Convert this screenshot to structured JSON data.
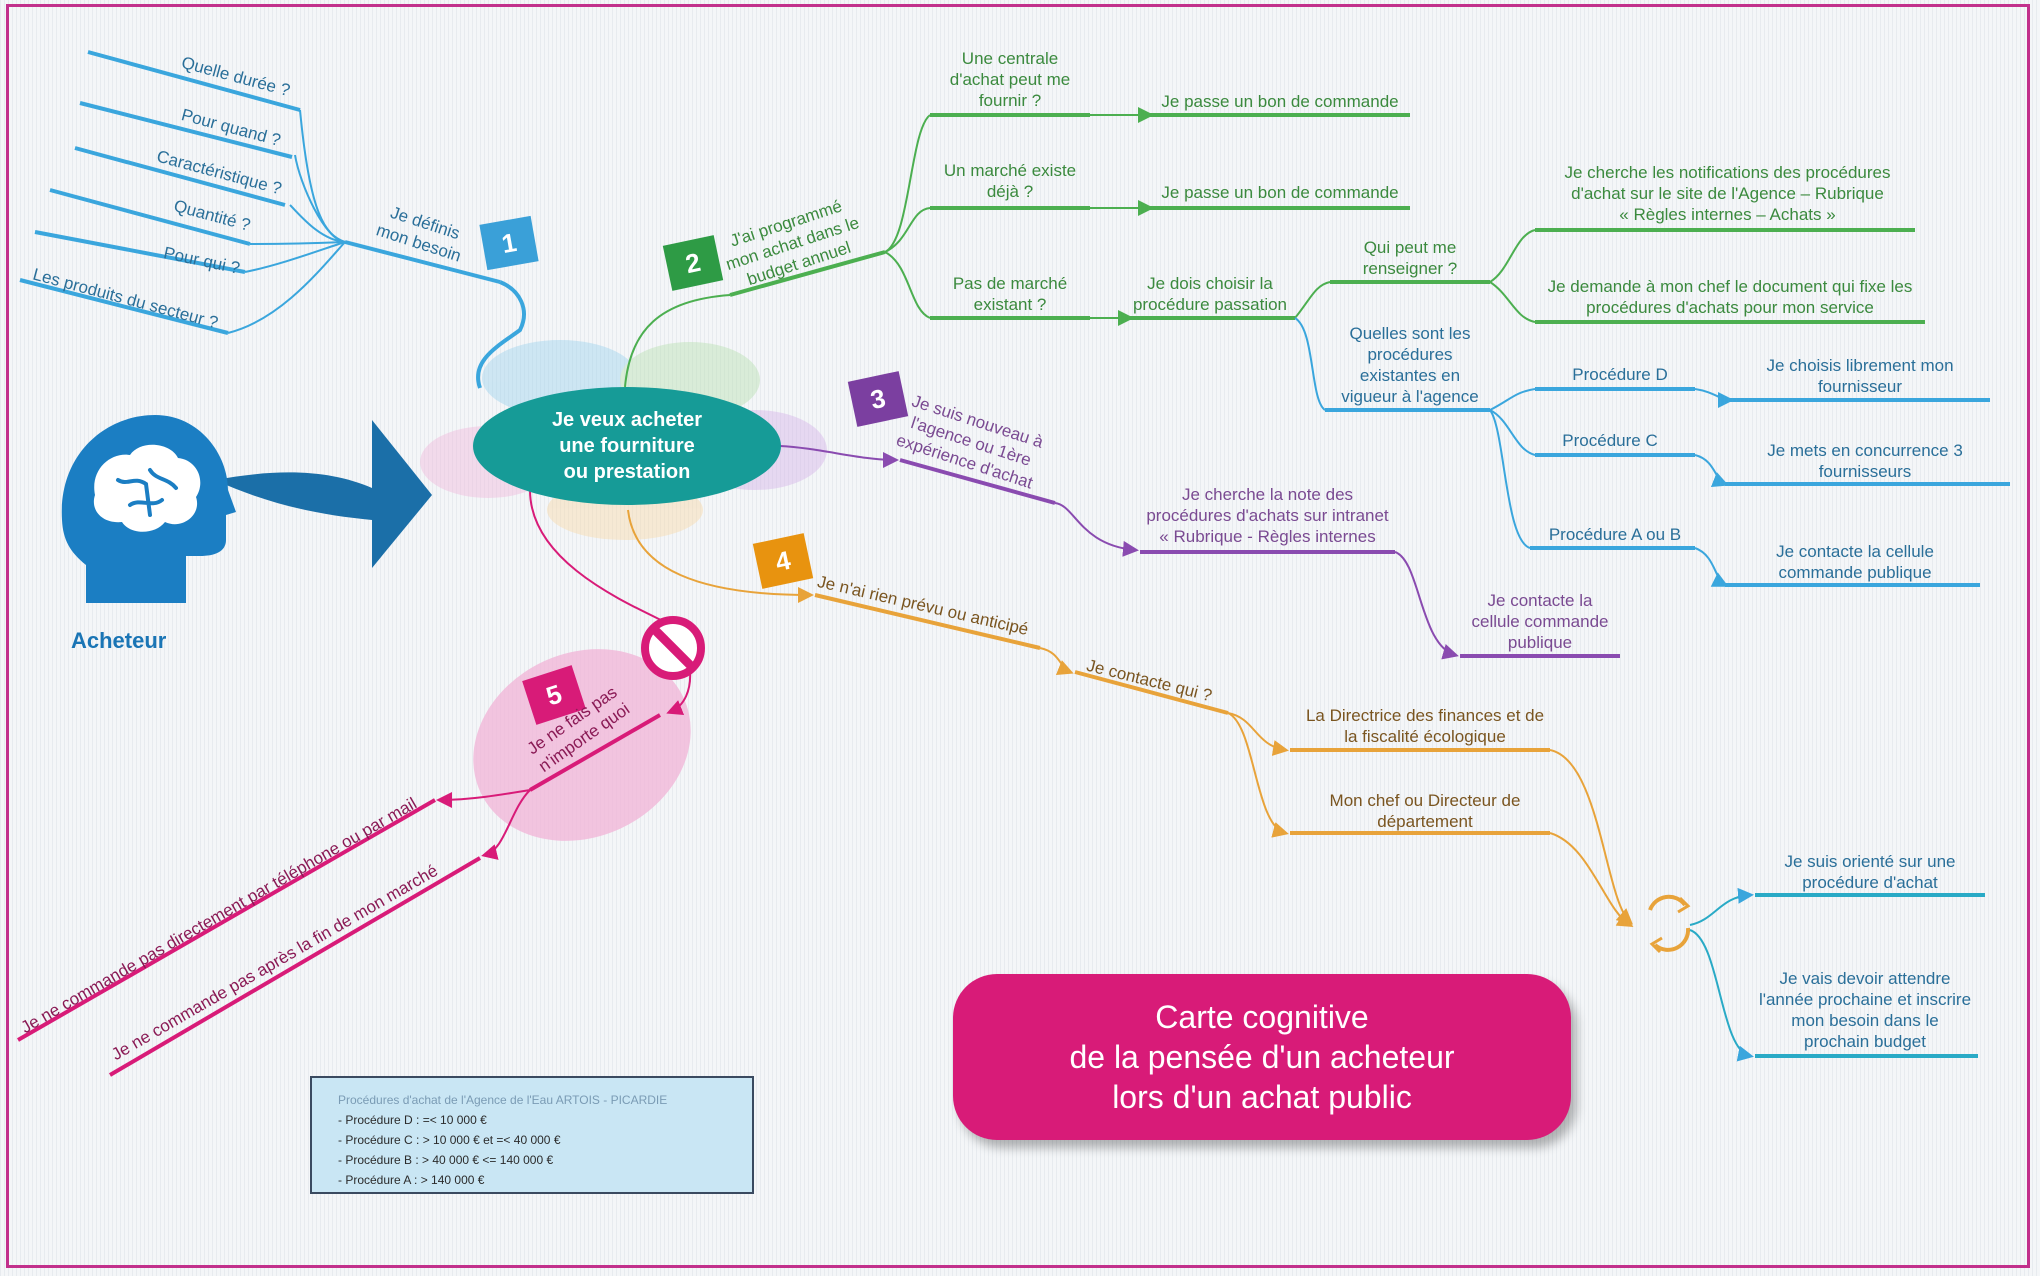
{
  "central": {
    "line1": "Je veux acheter",
    "line2": "une fourniture",
    "line3": "ou prestation"
  },
  "buyer": {
    "label": "Acheteur"
  },
  "title": {
    "line1": "Carte cognitive",
    "line2": "de la pensée d'un acheteur",
    "line3": "lors d'un achat public"
  },
  "branch1": {
    "number": "1",
    "label1": "Je définis",
    "label2": "mon besoin",
    "items": [
      "Quelle durée ?",
      "Pour quand ?",
      "Caractéristique ?",
      "Quantité ?",
      "Pour qui ?",
      "Les produits du secteur ?"
    ]
  },
  "branch2": {
    "number": "2",
    "label1": "J'ai programmé",
    "label2": "mon achat dans le",
    "label3": "budget annuel",
    "central_q1": "Une centrale",
    "central_q2": "d'achat peut me",
    "central_q3": "fournir ?",
    "order1": "Je passe un bon de commande",
    "market_q1": "Un marché existe",
    "market_q2": "déjà ?",
    "order2": "Je passe un bon de commande",
    "nomarket1": "Pas de marché",
    "nomarket2": "existant ?",
    "choose1": "Je dois choisir la",
    "choose2": "procédure passation",
    "who1": "Qui peut me",
    "who2": "renseigner ?",
    "notif1": "Je cherche les notifications des procédures",
    "notif2": "d'achat sur le site de l'Agence – Rubrique",
    "notif3": "« Règles internes – Achats »",
    "chief1": "Je demande à mon chef le document qui fixe les",
    "chief2": "procédures d'achats pour mon service",
    "which1": "Quelles sont les",
    "which2": "procédures",
    "which3": "existantes en",
    "which4": "vigueur à l'agence",
    "procD": "Procédure D",
    "procD_a1": "Je choisis librement mon",
    "procD_a2": "fournisseur",
    "procC": "Procédure C",
    "procC_a1": "Je mets en concurrence 3",
    "procC_a2": "fournisseurs",
    "procAB": "Procédure A ou B",
    "procAB_a1": "Je contacte la cellule",
    "procAB_a2": "commande publique"
  },
  "branch3": {
    "number": "3",
    "label1": "Je suis nouveau à",
    "label2": "l'agence ou 1ère",
    "label3": "expérience d'achat",
    "note1": "Je cherche la note des",
    "note2": "procédures d'achats sur intranet",
    "note3": "« Rubrique - Règles internes",
    "cell1": "Je contacte la",
    "cell2": "cellule commande",
    "cell3": "publique"
  },
  "branch4": {
    "number": "4",
    "label": "Je n'ai rien prévu ou anticipé",
    "contact": "Je contacte qui ?",
    "dir1": "La Directrice des finances et de",
    "dir2": "la fiscalité écologique",
    "chief1": "Mon chef ou Directeur de",
    "chief2": "département",
    "orient1": "Je suis orienté sur une",
    "orient2": "procédure d'achat",
    "wait1": "Je vais devoir attendre",
    "wait2": "l'année prochaine et inscrire",
    "wait3": "mon  besoin dans le",
    "wait4": "prochain budget"
  },
  "branch5": {
    "number": "5",
    "label1": "Je ne fais pas",
    "label2": "n'importe quoi",
    "item1": "Je ne commande pas directement par téléphone ou par mail",
    "item2": "Je ne commande pas après la fin de mon marché"
  },
  "legend": {
    "title": "Procédures d'achat de l'Agence de l'Eau ARTOIS - PICARDIE",
    "lines": [
      "- Procédure D : =< 10 000 €",
      "- Procédure C : > 10 000 € et =< 40 000 €",
      "- Procédure B : > 40 000 € <= 140 000 €",
      "- Procédure A : > 140 000 €"
    ]
  },
  "colors": {
    "green": "#4caf50",
    "blue": "#3aa6dd",
    "teal": "#169b97",
    "orange": "#e8a33a",
    "purple": "#8a4bb0",
    "pink": "#d81b78",
    "branch1_badge": "#3aa0d8",
    "branch2_badge": "#2e9b45",
    "branch3_badge": "#7b3fa0",
    "branch4_badge": "#e8930f",
    "branch5_badge": "#d81b78"
  }
}
